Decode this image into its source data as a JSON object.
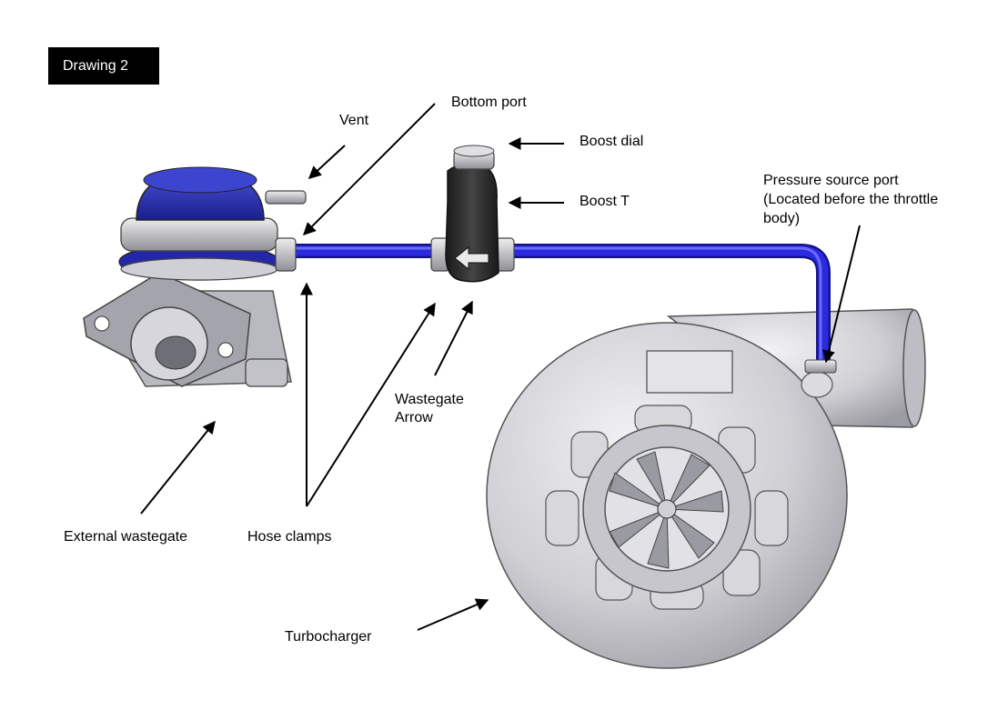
{
  "badge": "Drawing 2",
  "labels": {
    "vent": "Vent",
    "bottom_port": "Bottom port",
    "boost_dial": "Boost dial",
    "boost_t": "Boost T",
    "pressure_line1": "Pressure source port",
    "pressure_line2": "(Located before the throttle",
    "pressure_line3": "body)",
    "wastegate_arrow_line1": "Wastegate",
    "wastegate_arrow_line2": "Arrow",
    "external_wastegate": "External wastegate",
    "hose_clamps": "Hose clamps",
    "turbocharger": "Turbocharger"
  },
  "colors": {
    "hose": "#2222d6",
    "wastegate_cap": "#2b34b8",
    "metal": "#c9c9cf",
    "boost_t": "#2d2d2d"
  }
}
